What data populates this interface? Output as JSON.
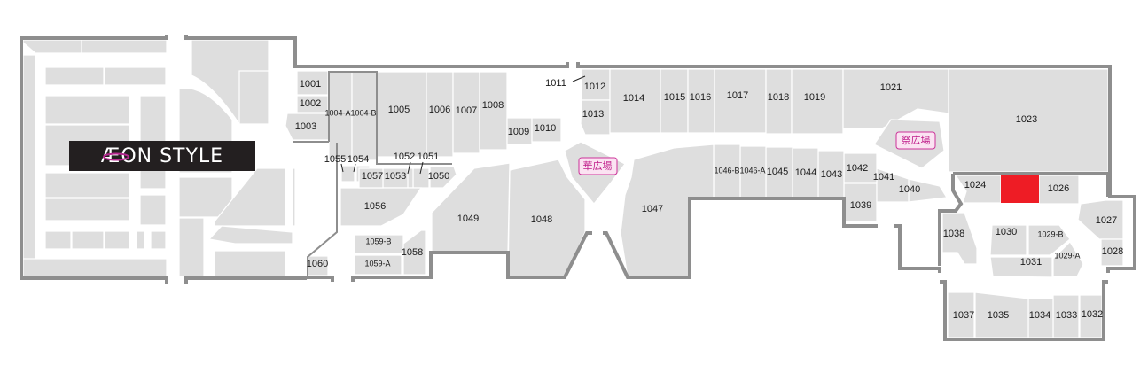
{
  "map": {
    "anchor_store": {
      "logo_text": "ÆON STYLE",
      "color": "#231f20",
      "accent": "#b5288f"
    },
    "highlighted_unit_color": "#ee1c25",
    "shop_color": "#dedede",
    "wall_color": "#8e8e8e",
    "plazas": [
      "華広場",
      "祭広場"
    ],
    "plaza_color": "#c0208c",
    "units": [
      "1001",
      "1002",
      "1003",
      "1004-A",
      "1004-B",
      "1005",
      "1006",
      "1007",
      "1008",
      "1009",
      "1010",
      "1011",
      "1012",
      "1013",
      "1014",
      "1015",
      "1016",
      "1017",
      "1018",
      "1019",
      "1021",
      "1023",
      "1024",
      "1026",
      "1027",
      "1028",
      "1029-B",
      "1029-A",
      "1030",
      "1031",
      "1032",
      "1033",
      "1034",
      "1035",
      "1037",
      "1038",
      "1039",
      "1040",
      "1041",
      "1042",
      "1043",
      "1044",
      "1045",
      "1046-A",
      "1046-B",
      "1047",
      "1048",
      "1049",
      "1050",
      "1051",
      "1052",
      "1053",
      "1054",
      "1055",
      "1056",
      "1057",
      "1058",
      "1059-B",
      "1059-A",
      "1060"
    ]
  }
}
